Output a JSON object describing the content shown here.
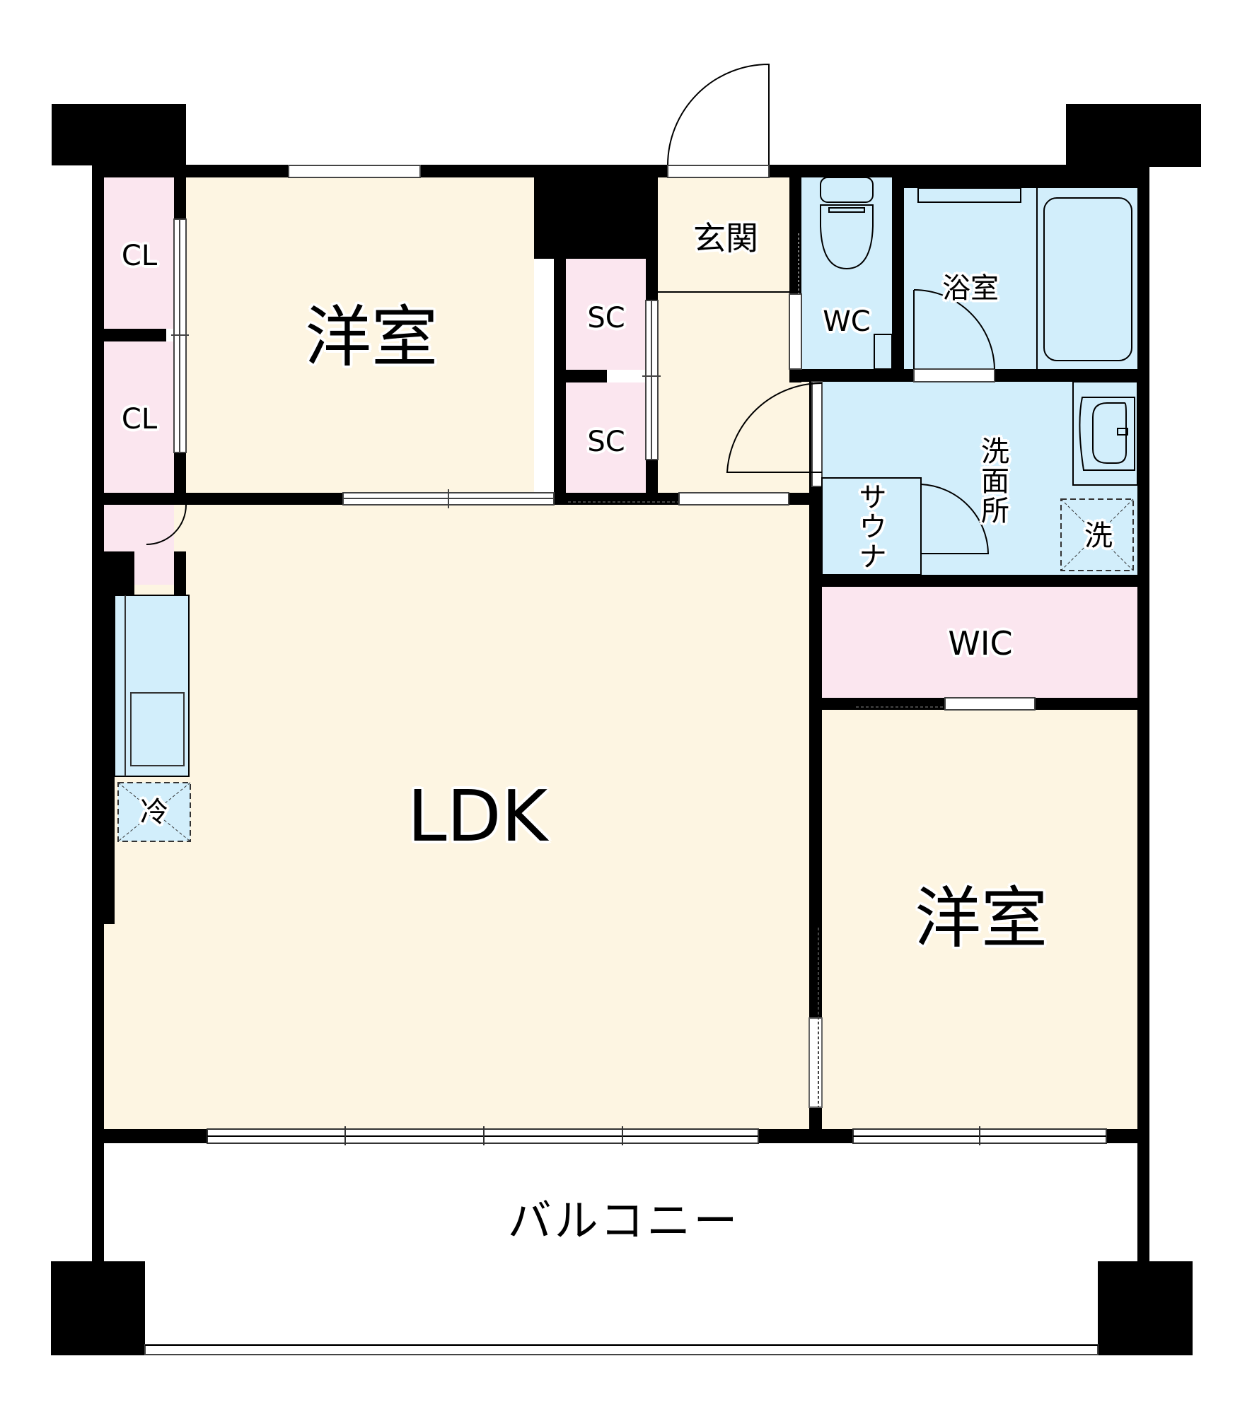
{
  "plan": {
    "type": "apartment-floor-plan",
    "layout": "2LDK + WIC + SC",
    "colors": {
      "living_floor": "#fdf5e2",
      "storage_pink": "#fbe6ef",
      "wet_area_blue": "#d2eefb",
      "wall": "#000000",
      "balcony": "#ffffff"
    }
  },
  "rooms": {
    "bedroom1": {
      "label": "洋室"
    },
    "bedroom2": {
      "label": "洋室"
    },
    "ldk": {
      "label": "LDK"
    },
    "closet1": {
      "label": "CL"
    },
    "closet2": {
      "label": "CL"
    },
    "shoe_closet1": {
      "label": "SC"
    },
    "shoe_closet2": {
      "label": "SC"
    },
    "entrance": {
      "label": "玄関"
    },
    "wc": {
      "label": "WC"
    },
    "bathroom": {
      "label": "浴室"
    },
    "washroom": {
      "label": "洗面所"
    },
    "sauna": {
      "label": "サウナ"
    },
    "wic": {
      "label": "WIC"
    },
    "balcony": {
      "label": "バルコニー"
    }
  },
  "fixtures": {
    "fridge": {
      "label": "冷"
    },
    "washer": {
      "label": "洗"
    }
  }
}
